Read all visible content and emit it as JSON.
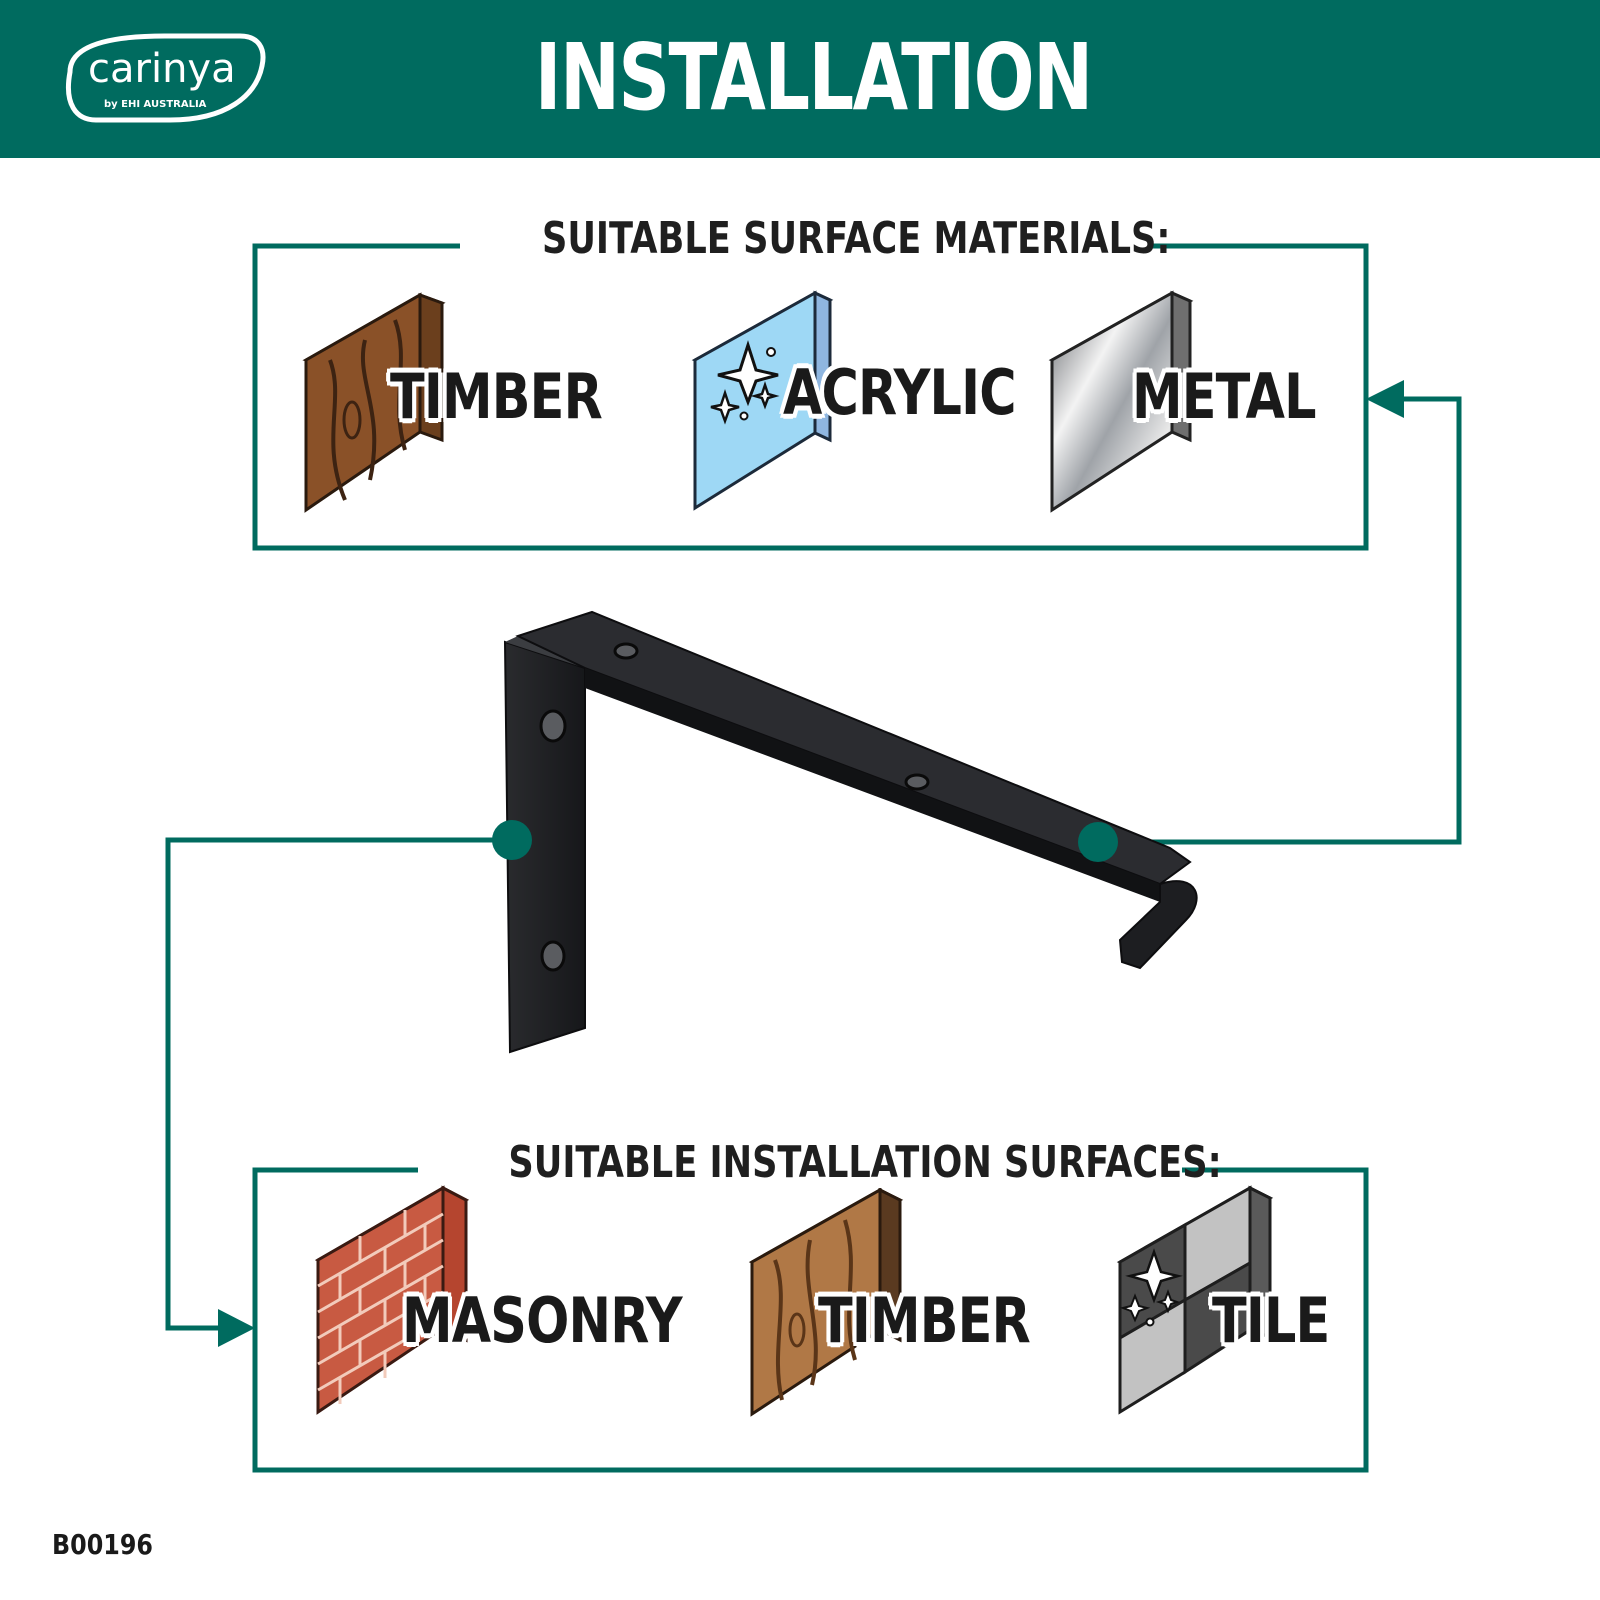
{
  "header": {
    "title": "INSTALLATION",
    "logo_text": "carinya",
    "logo_subtext": "by EHI AUSTRALIA"
  },
  "materials": {
    "heading": "SUITABLE SURFACE MATERIALS:",
    "items": [
      {
        "label": "TIMBER",
        "icon": "timber-board-icon"
      },
      {
        "label": "ACRYLIC",
        "icon": "acrylic-panel-icon"
      },
      {
        "label": "METAL",
        "icon": "metal-sheet-icon"
      }
    ]
  },
  "surfaces": {
    "heading": "SUITABLE INSTALLATION SURFACES:",
    "items": [
      {
        "label": "MASONRY",
        "icon": "brick-wall-icon"
      },
      {
        "label": "TIMBER",
        "icon": "timber-wall-icon"
      },
      {
        "label": "TILE",
        "icon": "tile-wall-icon"
      }
    ]
  },
  "product_code": "B00196",
  "colors": {
    "brand_green": "#006B5F",
    "text_dark": "#1a1a1a",
    "bracket_black": "#1c1d1f"
  }
}
